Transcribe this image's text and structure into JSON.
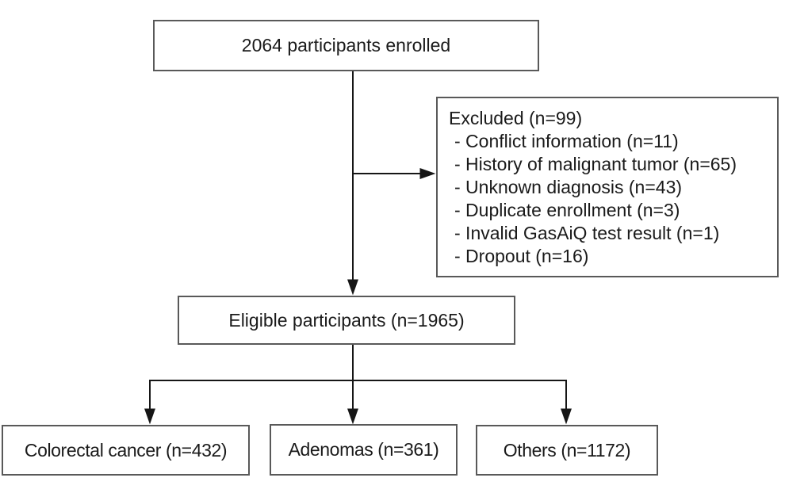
{
  "flowchart": {
    "enrolled": {
      "label": "2064 participants enrolled"
    },
    "excluded": {
      "title": "Excluded (n=99)",
      "items": [
        "- Conflict information (n=11)",
        "- History of malignant tumor (n=65)",
        "- Unknown diagnosis (n=43)",
        "- Duplicate enrollment (n=3)",
        "- Invalid GasAiQ test result (n=1)",
        "- Dropout (n=16)"
      ]
    },
    "eligible": {
      "label": "Eligible participants (n=1965)"
    },
    "outcomes": [
      {
        "label": "Colorectal cancer (n=432)"
      },
      {
        "label": "Adenomas (n=361)"
      },
      {
        "label": "Others (n=1172)"
      }
    ]
  },
  "colors": {
    "box_border": "#595959",
    "arrow": "#161616",
    "text": "#1a1a1a",
    "background": "#ffffff"
  }
}
